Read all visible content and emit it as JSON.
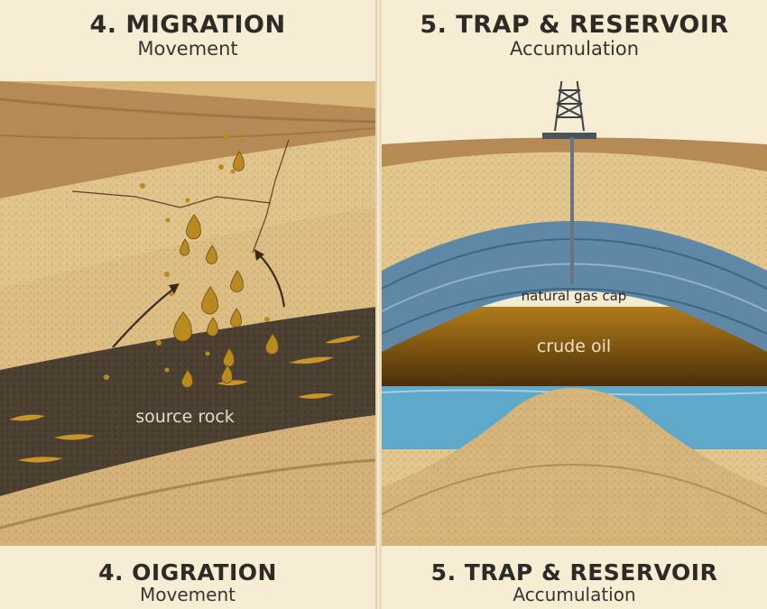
{
  "left_panel": {
    "top_title": "4. MIGRATION",
    "top_subtitle": "Movement",
    "bottom_title": "4. OIGRATION",
    "bottom_subtitle": "Movement",
    "labels": {
      "source_rock": "source rock"
    }
  },
  "right_panel": {
    "top_title": "5. TRAP & RESERVOIR",
    "top_subtitle": "Accumulation",
    "bottom_title": "5. TRAP & RESERVOIR",
    "bottom_subtitle": "Accumulation",
    "labels": {
      "gas_cap": "natural gas cap",
      "crude_oil": "crude oil"
    }
  },
  "colors": {
    "sand": "#d9b97e",
    "dark_sand": "#b58a52",
    "source_rock": "#4a3f31",
    "oil_drop": "#c79a2a",
    "cap_rock": "#5c87a6",
    "crude_oil": "#8a5a12",
    "gas_cap": "#f3ead0",
    "water": "#5ea9c9"
  }
}
